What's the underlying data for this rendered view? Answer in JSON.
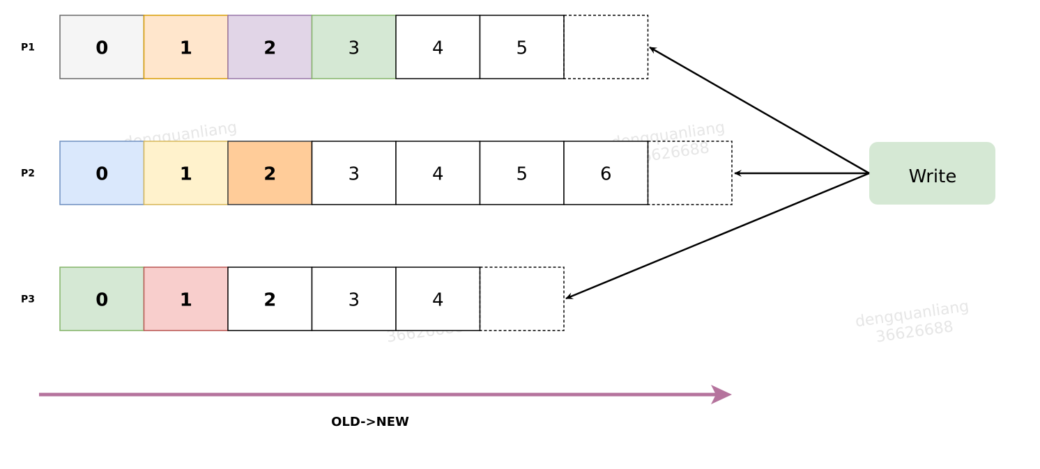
{
  "rows": [
    {
      "label": "P1",
      "cells": [
        {
          "text": "0",
          "fill": "#f5f5f5",
          "stroke": "#666666",
          "bold": true
        },
        {
          "text": "1",
          "fill": "#ffe6cc",
          "stroke": "#d79b00",
          "bold": true
        },
        {
          "text": "2",
          "fill": "#e1d5e7",
          "stroke": "#9673a6",
          "bold": true
        },
        {
          "text": "3",
          "fill": "#d5e8d4",
          "stroke": "#82b366",
          "bold": false
        },
        {
          "text": "4",
          "fill": "#ffffff",
          "stroke": "#000000",
          "bold": false
        },
        {
          "text": "5",
          "fill": "#ffffff",
          "stroke": "#000000",
          "bold": false
        }
      ]
    },
    {
      "label": "P2",
      "cells": [
        {
          "text": "0",
          "fill": "#dae8fc",
          "stroke": "#6c8ebf",
          "bold": true
        },
        {
          "text": "1",
          "fill": "#fff2cc",
          "stroke": "#d6b656",
          "bold": true
        },
        {
          "text": "2",
          "fill": "#ffcc99",
          "stroke": "#36393d",
          "bold": true
        },
        {
          "text": "3",
          "fill": "#ffffff",
          "stroke": "#000000",
          "bold": false
        },
        {
          "text": "4",
          "fill": "#ffffff",
          "stroke": "#000000",
          "bold": false
        },
        {
          "text": "5",
          "fill": "#ffffff",
          "stroke": "#000000",
          "bold": false
        },
        {
          "text": "6",
          "fill": "#ffffff",
          "stroke": "#000000",
          "bold": false
        }
      ]
    },
    {
      "label": "P3",
      "cells": [
        {
          "text": "0",
          "fill": "#d5e8d4",
          "stroke": "#82b366",
          "bold": true
        },
        {
          "text": "1",
          "fill": "#f8cecc",
          "stroke": "#b85450",
          "bold": true
        },
        {
          "text": "2",
          "fill": "#ffffff",
          "stroke": "#000000",
          "bold": true
        },
        {
          "text": "3",
          "fill": "#ffffff",
          "stroke": "#000000",
          "bold": false
        },
        {
          "text": "4",
          "fill": "#ffffff",
          "stroke": "#000000",
          "bold": false
        }
      ]
    }
  ],
  "write_node": {
    "label": "Write",
    "fill": "#d5e8d4"
  },
  "axis": {
    "label": "OLD->NEW",
    "color": "#b5739d"
  },
  "watermark": {
    "line1": "dengquanliang",
    "line2": "36626688"
  }
}
